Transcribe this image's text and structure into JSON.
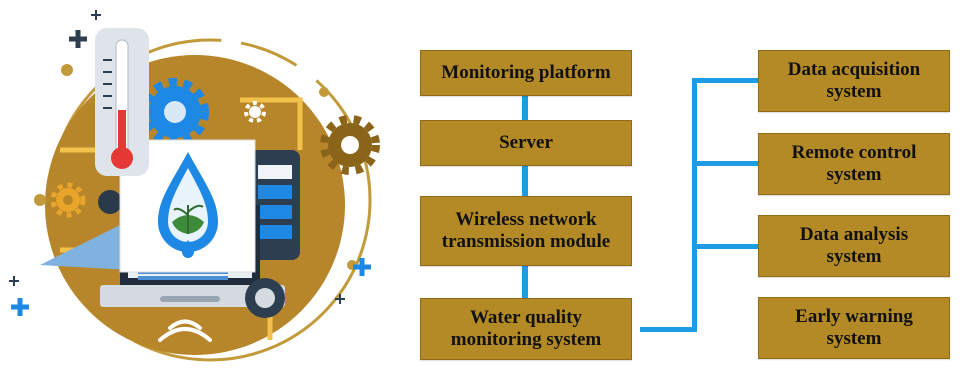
{
  "colors": {
    "box_fill": "#b38a25",
    "connector": "#1e9be4",
    "ring": "#c29a3a",
    "accent_blue": "#1e88e5"
  },
  "illustration": {
    "icons": [
      "thermometer-icon",
      "gear-icon",
      "water-drop-with-plant-icon",
      "laptop-icon",
      "battery-icon",
      "wifi-signal-icon",
      "plus-sign-icon"
    ]
  },
  "left_chain": [
    {
      "label": "Monitoring platform"
    },
    {
      "label": "Server"
    },
    {
      "label": "Wireless network\ntransmission module"
    },
    {
      "label": "Water quality\nmonitoring system"
    }
  ],
  "right_column": [
    {
      "label": "Data acquisition\nsystem"
    },
    {
      "label": "Remote control\nsystem"
    },
    {
      "label": "Data analysis\nsystem"
    },
    {
      "label": "Early warning\nsystem"
    }
  ]
}
